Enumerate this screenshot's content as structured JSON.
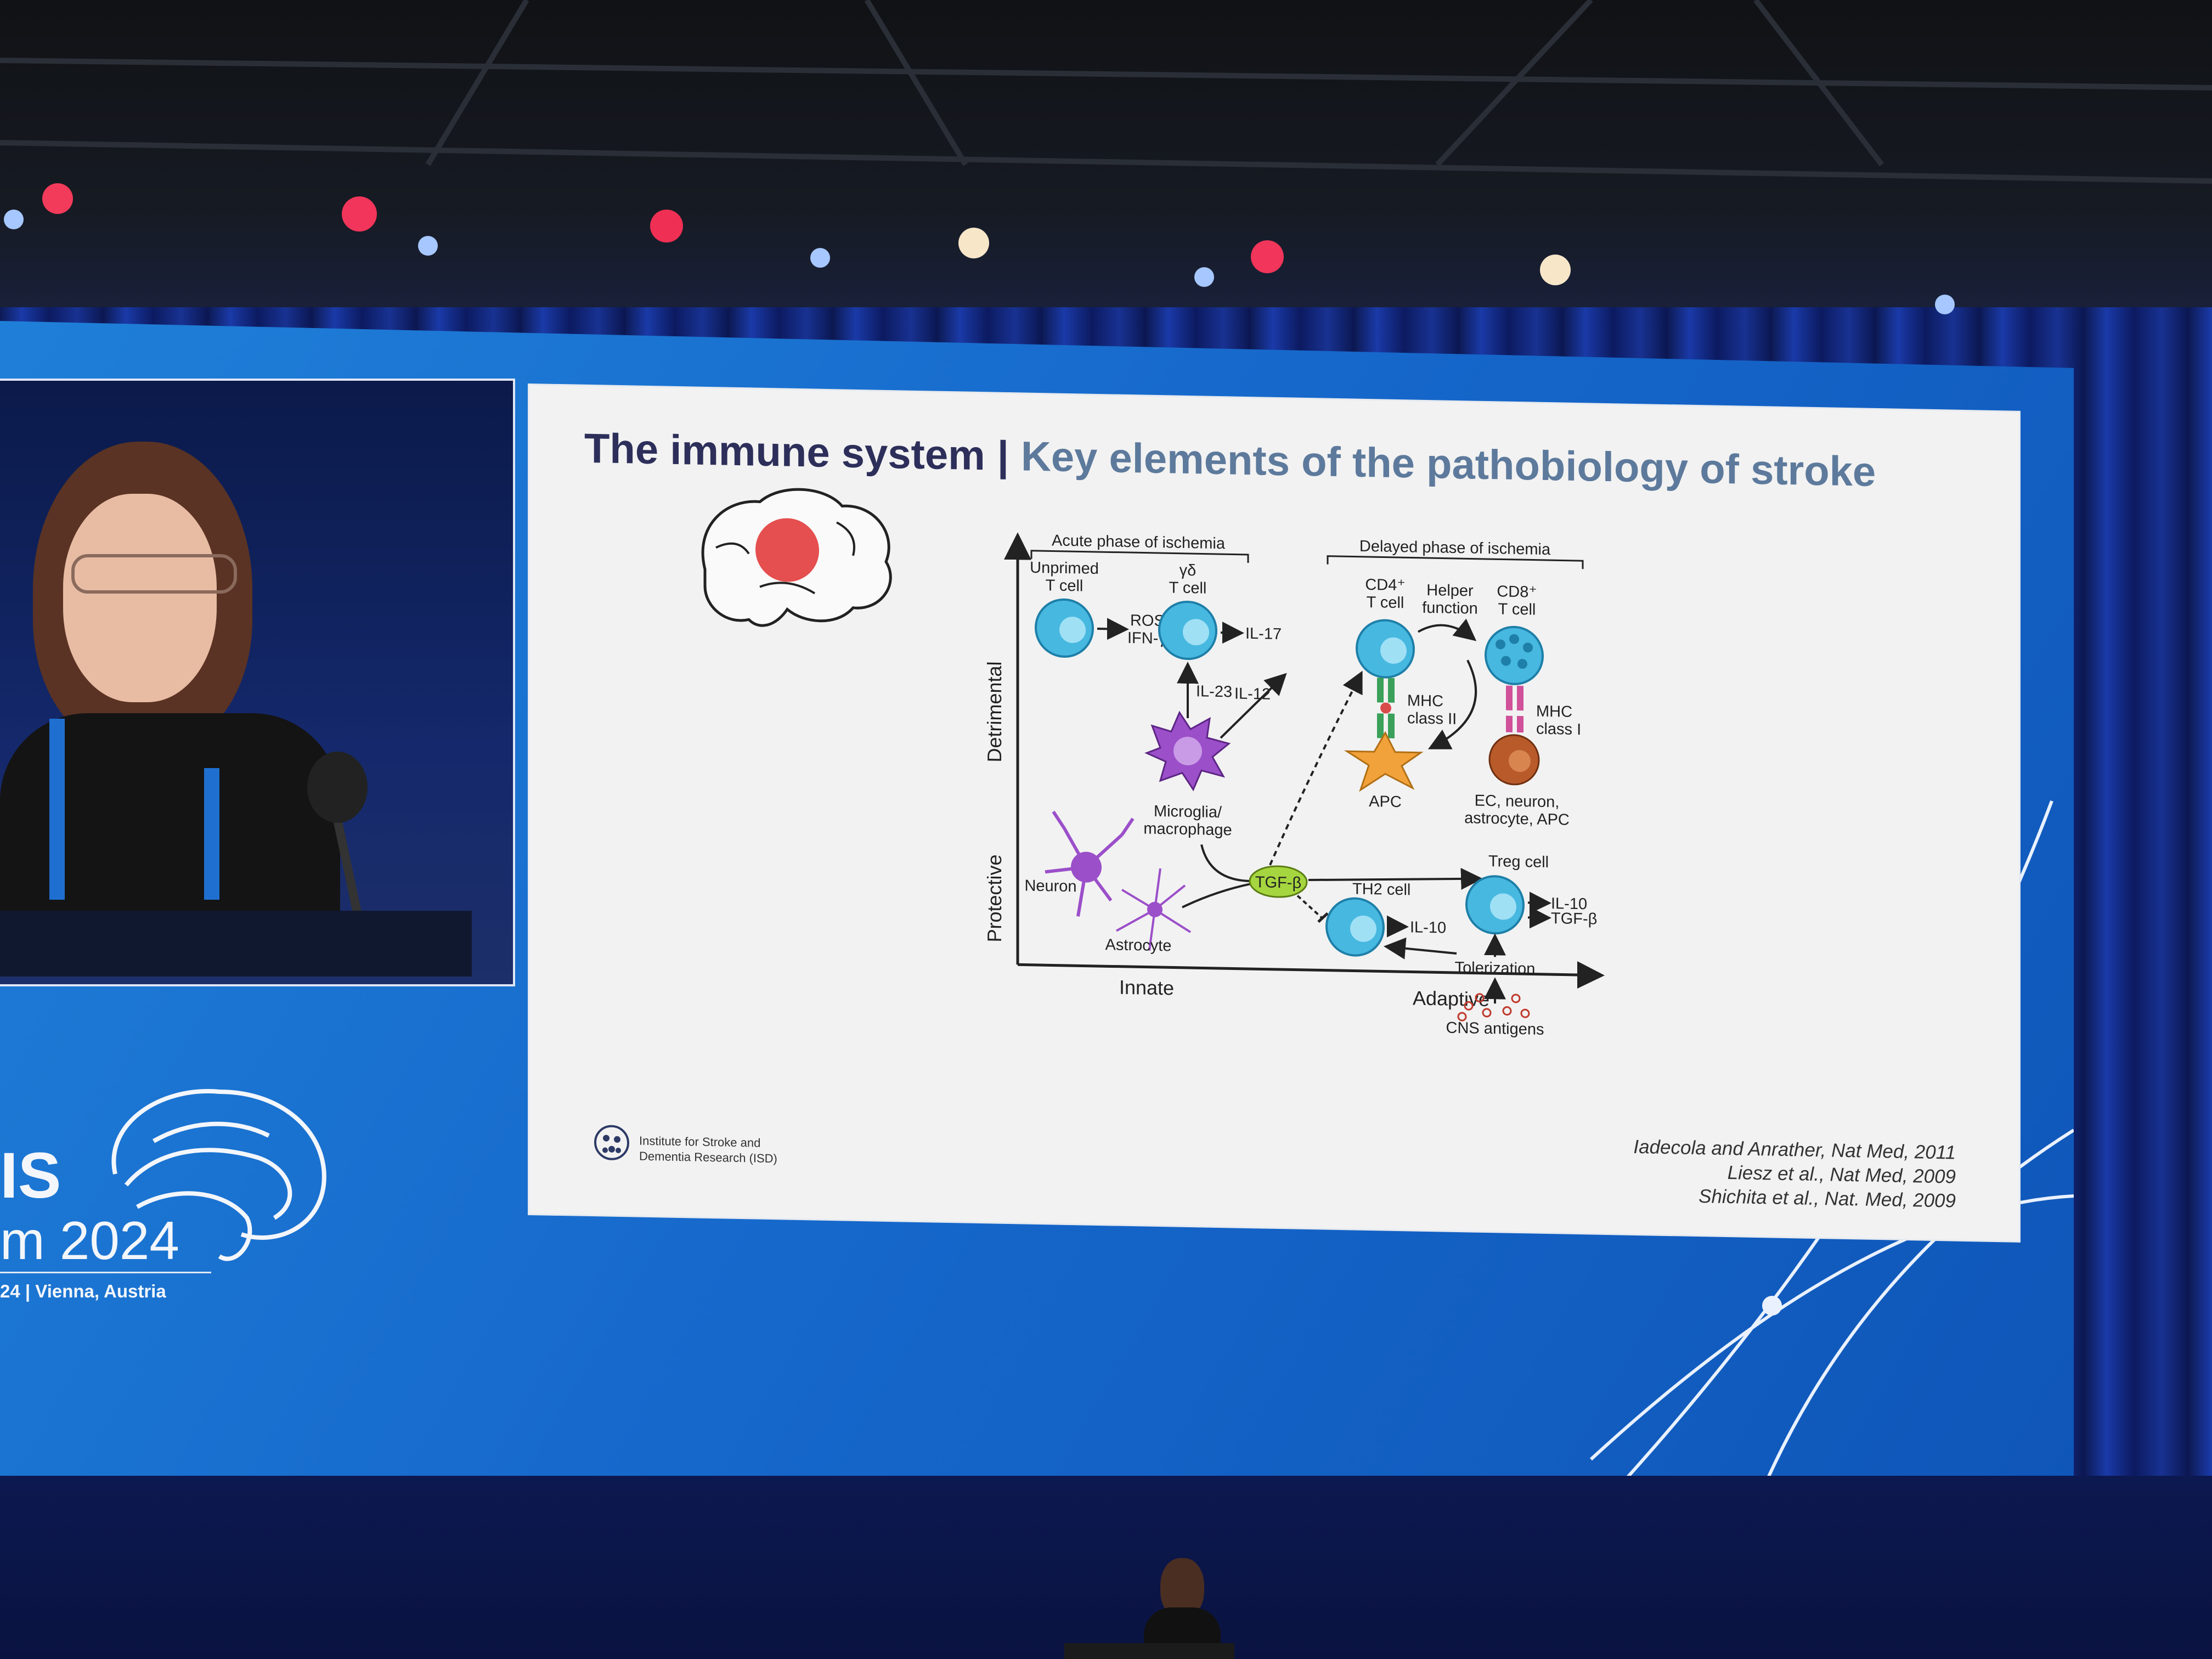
{
  "slide": {
    "title_main": "The immune system",
    "title_separator": "|",
    "title_sub": "Key elements of the pathobiology of stroke",
    "institute_logo_text": "Institute for Stroke and\nDementia Research (ISD)",
    "references": [
      "Iadecola and Anrather, Nat Med, 2011",
      "Liesz et al., Nat Med, 2009",
      "Shichita et al., Nat. Med, 2009"
    ]
  },
  "diagram": {
    "acute_phase": "Acute phase of ischemia",
    "delayed_phase": "Delayed phase of ischemia",
    "y_axis_top": "Detrimental",
    "y_axis_bottom": "Protective",
    "x_axis_left": "Innate",
    "x_axis_right": "Adaptive",
    "unprimed_line1": "Unprimed",
    "unprimed_line2": "T cell",
    "ros": "ROS?",
    "ifn": "IFN-γ?",
    "gd_line1": "γδ",
    "gd_line2": "T cell",
    "il17": "IL-17",
    "il23": "IL-23",
    "il12": "IL-12",
    "cd4_line1": "CD4⁺",
    "cd4_line2": "T cell",
    "helper_line1": "Helper",
    "helper_line2": "function",
    "cd8_line1": "CD8⁺",
    "cd8_line2": "T cell",
    "mhc2_line1": "MHC",
    "mhc2_line2": "class II",
    "mhc1_line1": "MHC",
    "mhc1_line2": "class I",
    "apc": "APC",
    "ec_line1": "EC, neuron,",
    "ec_line2": "astrocyte, APC",
    "microglia_line1": "Microglia/",
    "microglia_line2": "macrophage",
    "neuron": "Neuron",
    "astrocyte": "Astrocyte",
    "tgf_badge": "TGF-β",
    "treg_cell": "Treg cell",
    "th2_cell": "TH2 cell",
    "il10_a": "IL-10",
    "il10_b": "IL-10",
    "tgf_out": "TGF-β",
    "tolerization": "Tolerization",
    "cns_antigens": "CNS antigens"
  },
  "branding": {
    "fragment": "IS",
    "year": "m 2024",
    "location": "24 | Vienna, Austria"
  },
  "colors": {
    "screen_blue": "#1565c9",
    "title_dark": "#2d2f5a",
    "title_sub": "#5d7a9c",
    "cell_blue": "#47b8e0",
    "microglia_purple": "#9b4fc9",
    "apc_orange": "#f2a23a",
    "tgf_green": "#a6d63f",
    "brain_red": "#e23c3c"
  }
}
